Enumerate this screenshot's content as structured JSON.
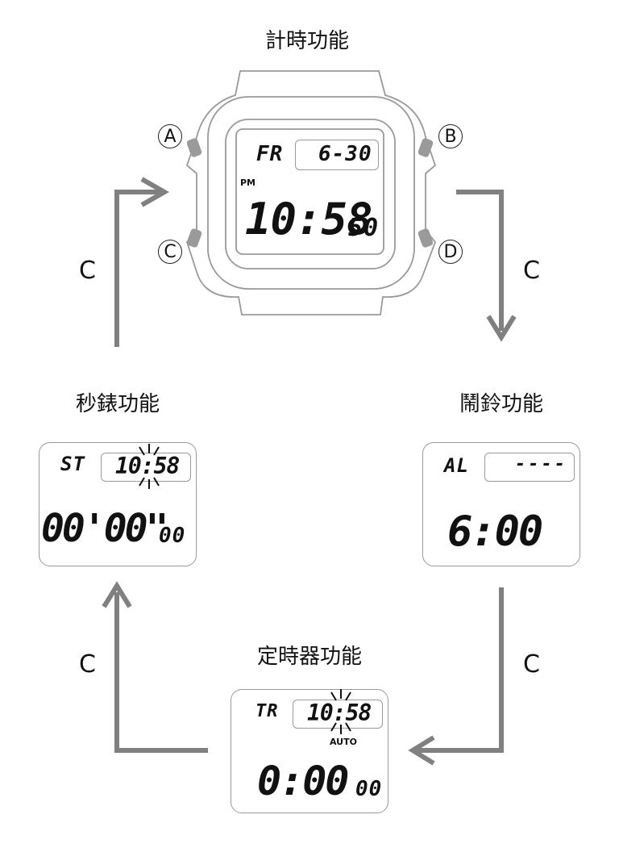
{
  "titles": {
    "timekeeping": "計時功能",
    "alarm": "鬧鈴功能",
    "timer": "定時器功能",
    "stopwatch": "秒錶功能"
  },
  "buttons": {
    "a": "A",
    "b": "B",
    "c": "C",
    "d": "D"
  },
  "mode_label": "C",
  "watch": {
    "day": "FR",
    "date": "6-30",
    "pm": "PM",
    "time": "10:58",
    "seconds": "50"
  },
  "alarm": {
    "mode": "AL",
    "status": "----",
    "time": "6:00"
  },
  "timer": {
    "mode": "TR",
    "clock": "10:58",
    "auto": "AUTO",
    "value": "0:00",
    "sub": "00"
  },
  "stopwatch": {
    "mode": "ST",
    "clock": "10:58",
    "value": "00'00\"",
    "sub": "00"
  },
  "colors": {
    "arrow": "#808080",
    "outline": "#999999",
    "button": "#9a9a9a"
  }
}
